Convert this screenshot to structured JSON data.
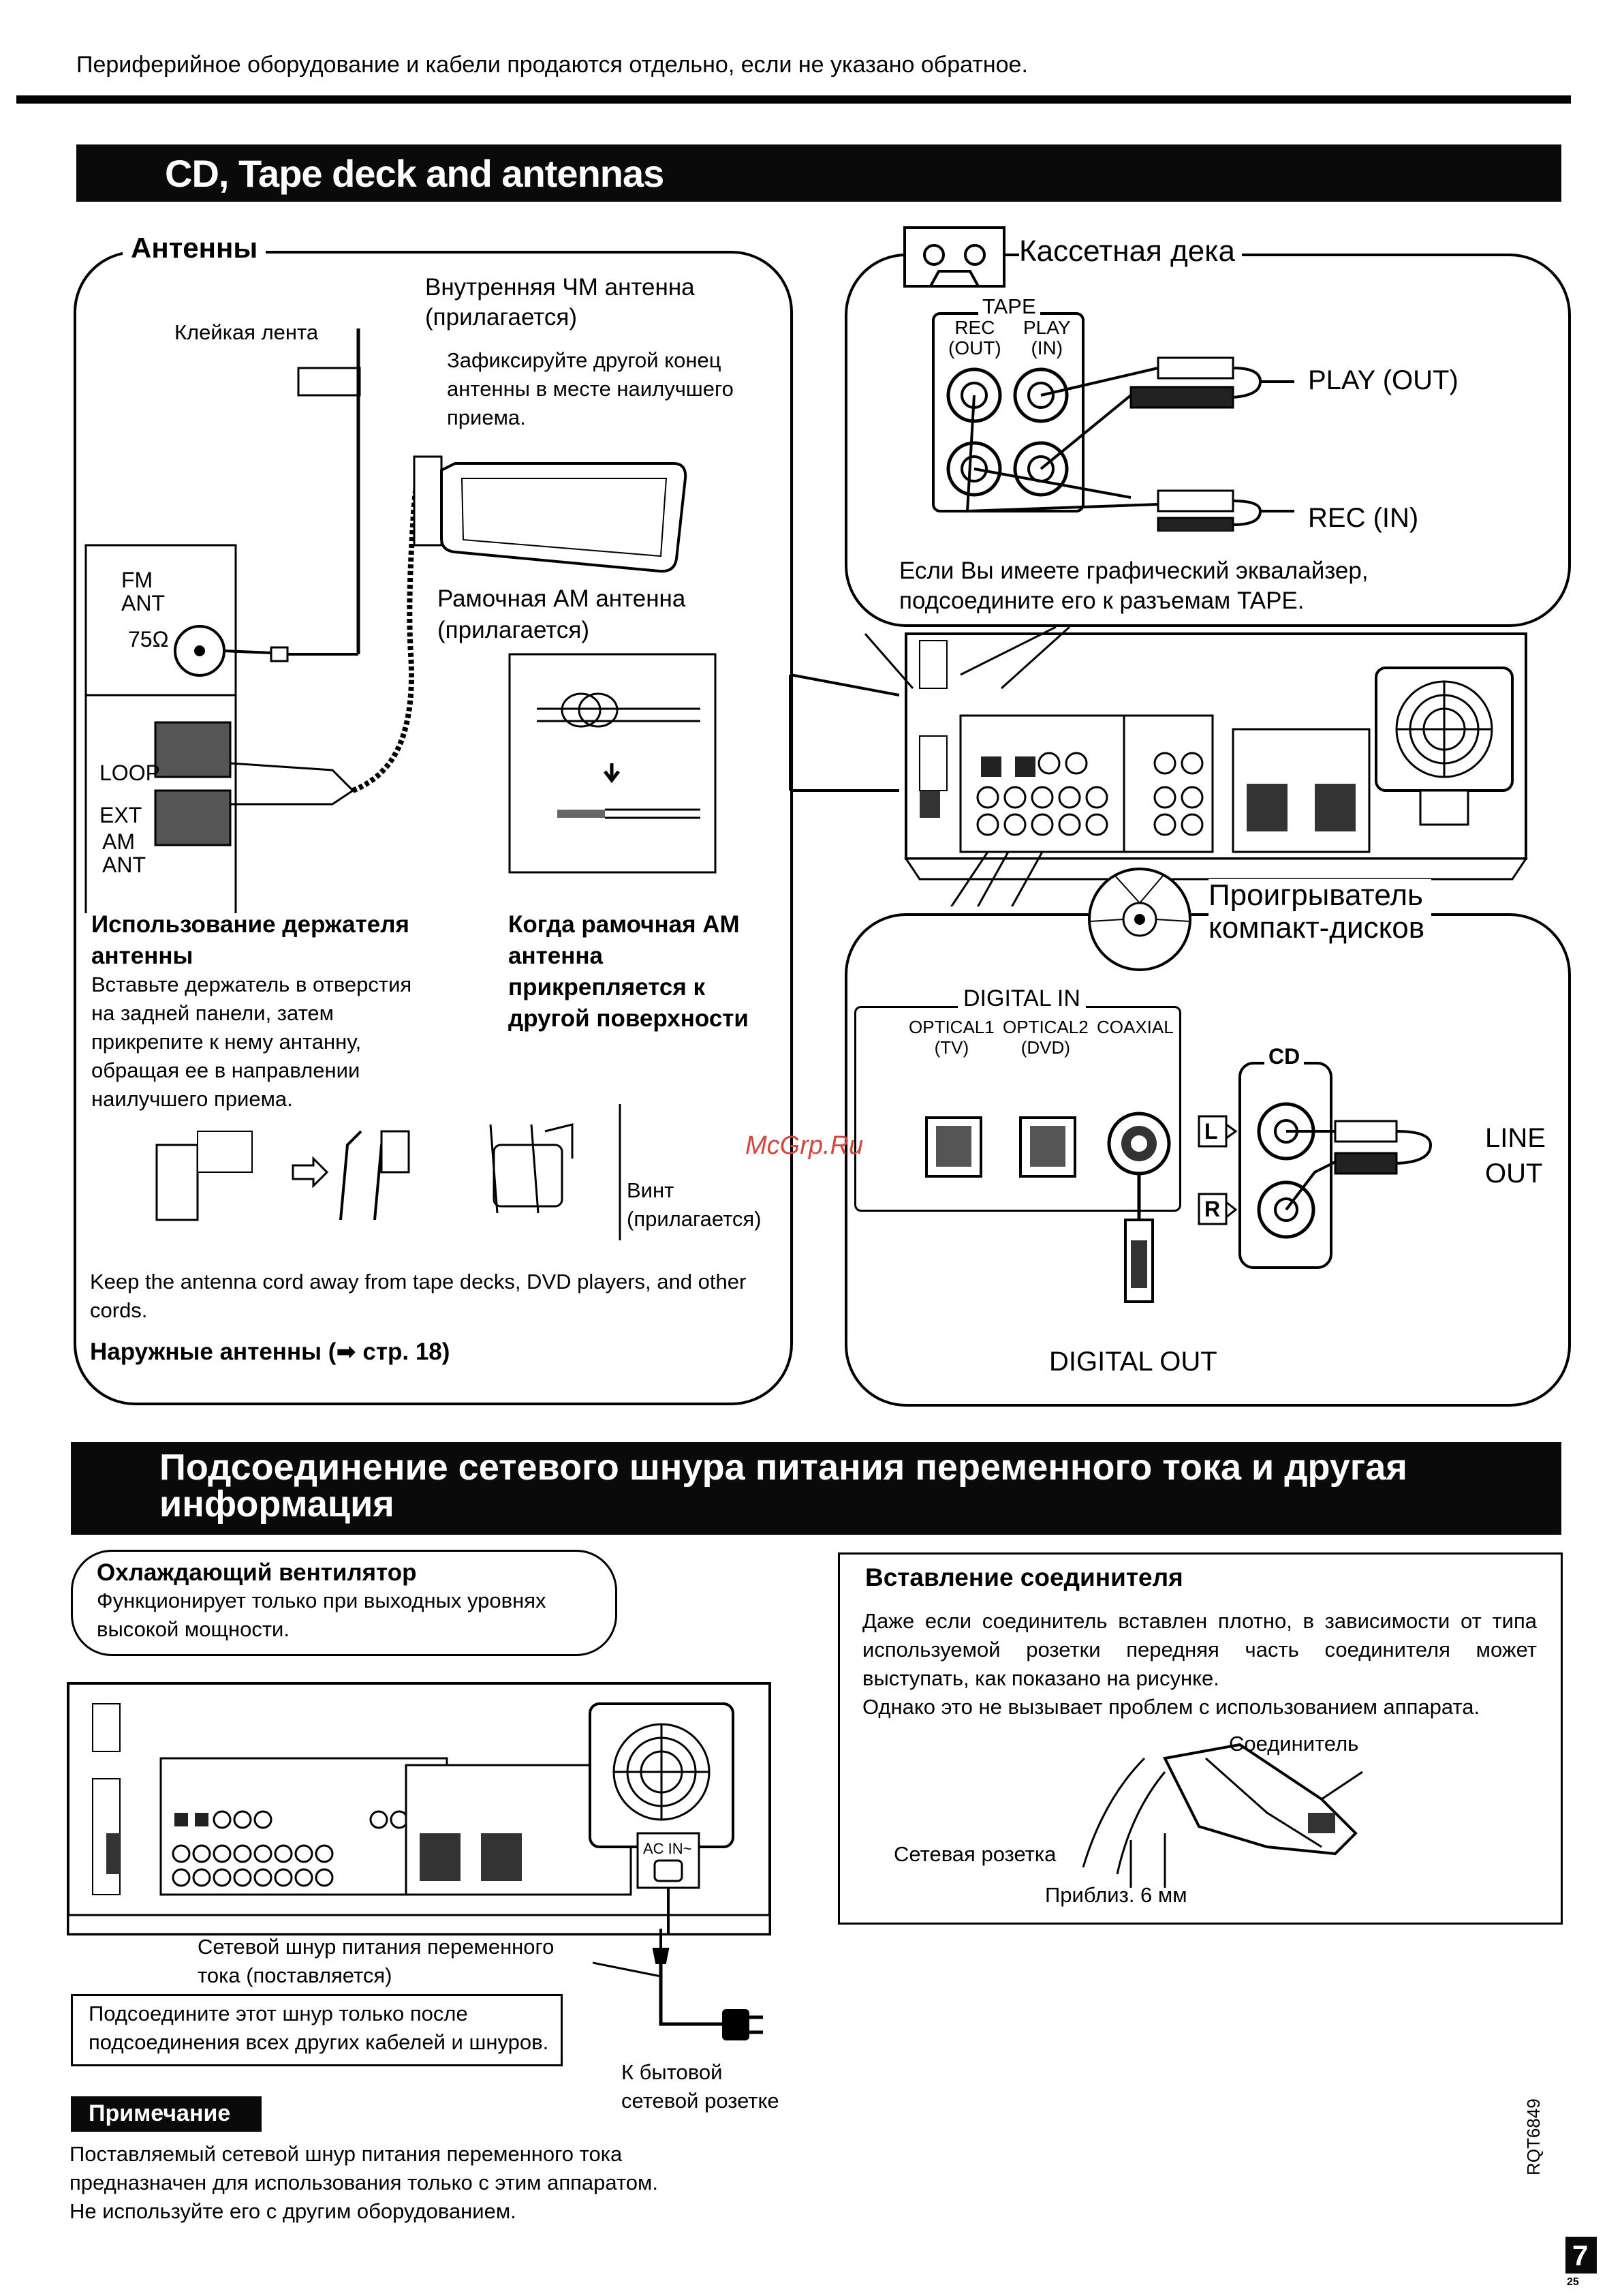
{
  "header_note": "Периферийное оборудование и кабели продаются отдельно, если не указано обратное.",
  "section1": {
    "title": "CD, Tape deck and antennas",
    "antennas": {
      "heading": "Антенны",
      "tape_label": "Клейкая лента",
      "fm_indoor_title": "Внутренняя ЧМ антенна\n(прилагается)",
      "fm_indoor_note": "Зафиксируйте другой конец\nантенны в месте наилучшего\nприема.",
      "am_loop_title": "Рамочная АМ антенна\n(прилагается)",
      "fm_ant_label": "FM\nANT",
      "ohm_label": "75Ω",
      "loop_label": "LOOP",
      "ext_label": "EXT",
      "am_ant_label": "AM\nANT",
      "holder_title": "Использование держателя\nантенны",
      "holder_text": "Вставьте держатель в отверстия\nна задней панели, затем\nприкрепите к нему антанну,\nобращая ее в направлении\nнаилучшего приема.",
      "surface_title": "Когда рамочная АМ\nантенна\nприкрепляется к\nдругой поверхности",
      "screw_label": "Винт\n(прилагается)",
      "keep_away": "Keep the antenna cord away from tape decks, DVD players, and other cords.",
      "outdoor": "Наружные антенны (",
      "outdoor_ref": " стр. 18)"
    },
    "tape": {
      "heading": "Кассетная дека",
      "tape_label": "TAPE",
      "rec_label": "REC\n(OUT)",
      "play_label": "PLAY\n(IN)",
      "play_out": "PLAY (OUT)",
      "rec_in": "REC (IN)",
      "eq_note": "Если Вы имеете графический эквалайзер,\nподсоедините его к разъемам TAPE."
    },
    "cd": {
      "heading": "Проигрыватель\nкомпакт-дисков",
      "digital_in": "DIGITAL IN",
      "optical1": "OPTICAL1\n(TV)",
      "optical2": "OPTICAL2\n(DVD)",
      "coaxial": "COAXIAL",
      "cd_label": "CD",
      "l_label": "L",
      "r_label": "R",
      "line_out": "LINE\nOUT",
      "digital_out": "DIGITAL OUT"
    },
    "watermark": "McGrp.Ru"
  },
  "section2": {
    "title": "Подсоединение сетевого шнура питания переменного тока и другая\nинформация",
    "fan": {
      "title": "Охлаждающий вентилятор",
      "text": "Функционирует только при выходных уровнях\nвысокой мощности."
    },
    "ac_in_label": "AC IN~",
    "power_cord": "Сетевой шнур питания переменного\nтока (поставляется)",
    "connect_note": "Подсоедините этот шнур только после\nподсоединения всех других кабелей и шнуров.",
    "to_outlet": "К бытовой\nсетевой розетке",
    "connector": {
      "title": "Вставление соединителя",
      "text": "Даже если соединитель вставлен плотно, в зависимости от типа используемой розетки передняя часть соединителя может выступать, как показано на рисунке.\nОднако это не вызывает проблем с использованием аппарата.",
      "connector_label": "Соединитель",
      "outlet_label": "Сетевая розетка",
      "approx_label": "Приблиз. 6 мм"
    },
    "note": {
      "title": "Примечание",
      "text": "Поставляемый сетевой шнур питания переменного тока\nпредназначен для использования только с этим аппаратом.\nНе используйте его с другим оборудованием."
    }
  },
  "footer": {
    "doc_code": "RQT6849",
    "page_number": "7",
    "page_small": "25"
  }
}
